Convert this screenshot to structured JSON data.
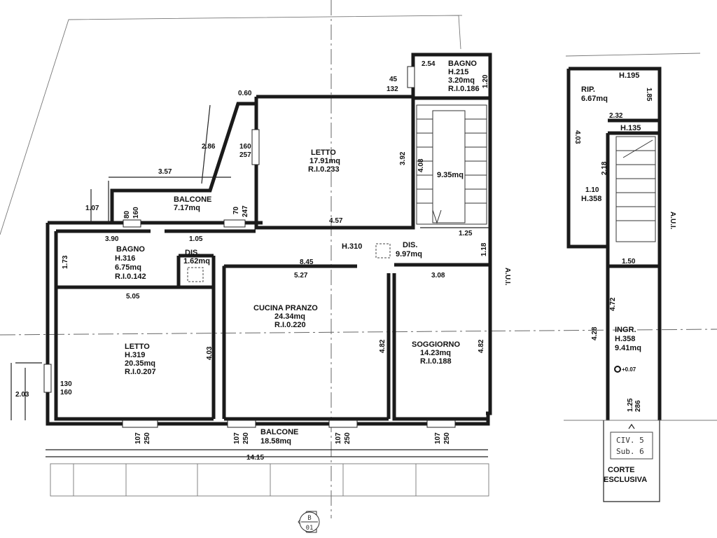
{
  "plan": {
    "rooms": {
      "letto_top": {
        "name": "LETTO",
        "area": "17.91mq",
        "ri": "R.I.0.233"
      },
      "balcone_top": {
        "name": "BALCONE",
        "area": "7.17mq"
      },
      "bagno_left": {
        "name": "BAGNO",
        "h": "H.316",
        "area": "6.75mq",
        "ri": "R.I.0.142"
      },
      "dis_small": {
        "name": "DIS.",
        "area": "1.62mq"
      },
      "dis_center": {
        "name": "DIS.",
        "area": "9.97mq"
      },
      "h_center": "H.310",
      "stair_area": "9.35mq",
      "bagno_top": {
        "name": "BAGNO",
        "h": "H.215",
        "area": "3.20mq",
        "ri": "R.I.0.186"
      },
      "cucina": {
        "name": "CUCINA PRANZO",
        "area": "24.34mq",
        "ri": "R.I.0.220"
      },
      "letto_bottom": {
        "name": "LETTO",
        "h": "H.319",
        "area": "20.35mq",
        "ri": "R.I.0.207"
      },
      "soggiorno": {
        "name": "SOGGIORNO",
        "area": "14.23mq",
        "ri": "R.I.0.188"
      },
      "balcone_bottom": {
        "name": "BALCONE",
        "area": "18.58mq"
      },
      "rip": {
        "name": "RIP.",
        "area": "6.67mq",
        "h": "H.195"
      },
      "ingr": {
        "name": "INGR.",
        "h": "H.358",
        "area": "9.41mq"
      },
      "h135": "H.135",
      "h358_left": "H.358",
      "level_mark": "+0.07"
    },
    "dimensions": {
      "d060": "0.60",
      "d286": "2.86",
      "d357": "3.57",
      "d160a": "160",
      "d257": "257",
      "d107a": "1.07",
      "d80": "80",
      "d160b": "160",
      "d70": "70",
      "d247": "247",
      "d390": "3.90",
      "d105": "1.05",
      "d457": "4.57",
      "d392": "3.92",
      "d408": "4.08",
      "d254": "2.54",
      "d120": "1.20",
      "d45": "45",
      "d132": "132",
      "d125": "1.25",
      "d118": "1.18",
      "d173": "1.73",
      "d845": "8.45",
      "d527": "5.27",
      "d308": "3.08",
      "d505": "5.05",
      "d403": "4.03",
      "d482a": "4.82",
      "d482b": "4.82",
      "d130": "130",
      "d160c": "160",
      "d203": "2.03",
      "w1a": "107",
      "w1b": "250",
      "w2a": "107",
      "w2b": "250",
      "w3a": "107",
      "w3b": "250",
      "w4a": "107",
      "w4b": "250",
      "d1415": "14.15",
      "r185": "1.85",
      "r232": "2.32",
      "r403": "4.03",
      "r218": "2.18",
      "r110": "1.10",
      "r150": "1.50",
      "r472": "4.72",
      "r428": "4.28",
      "r125": "1.25",
      "r286": "286"
    },
    "aui_left": "A.U.I.",
    "aui_right": "A.U.I.",
    "civ": "CIV. 5",
    "sub": "Sub. 6",
    "corte_line1": "CORTE",
    "corte_line2": "ESCLUSIVA",
    "section_mark": {
      "letter": "B",
      "num": "01"
    }
  }
}
